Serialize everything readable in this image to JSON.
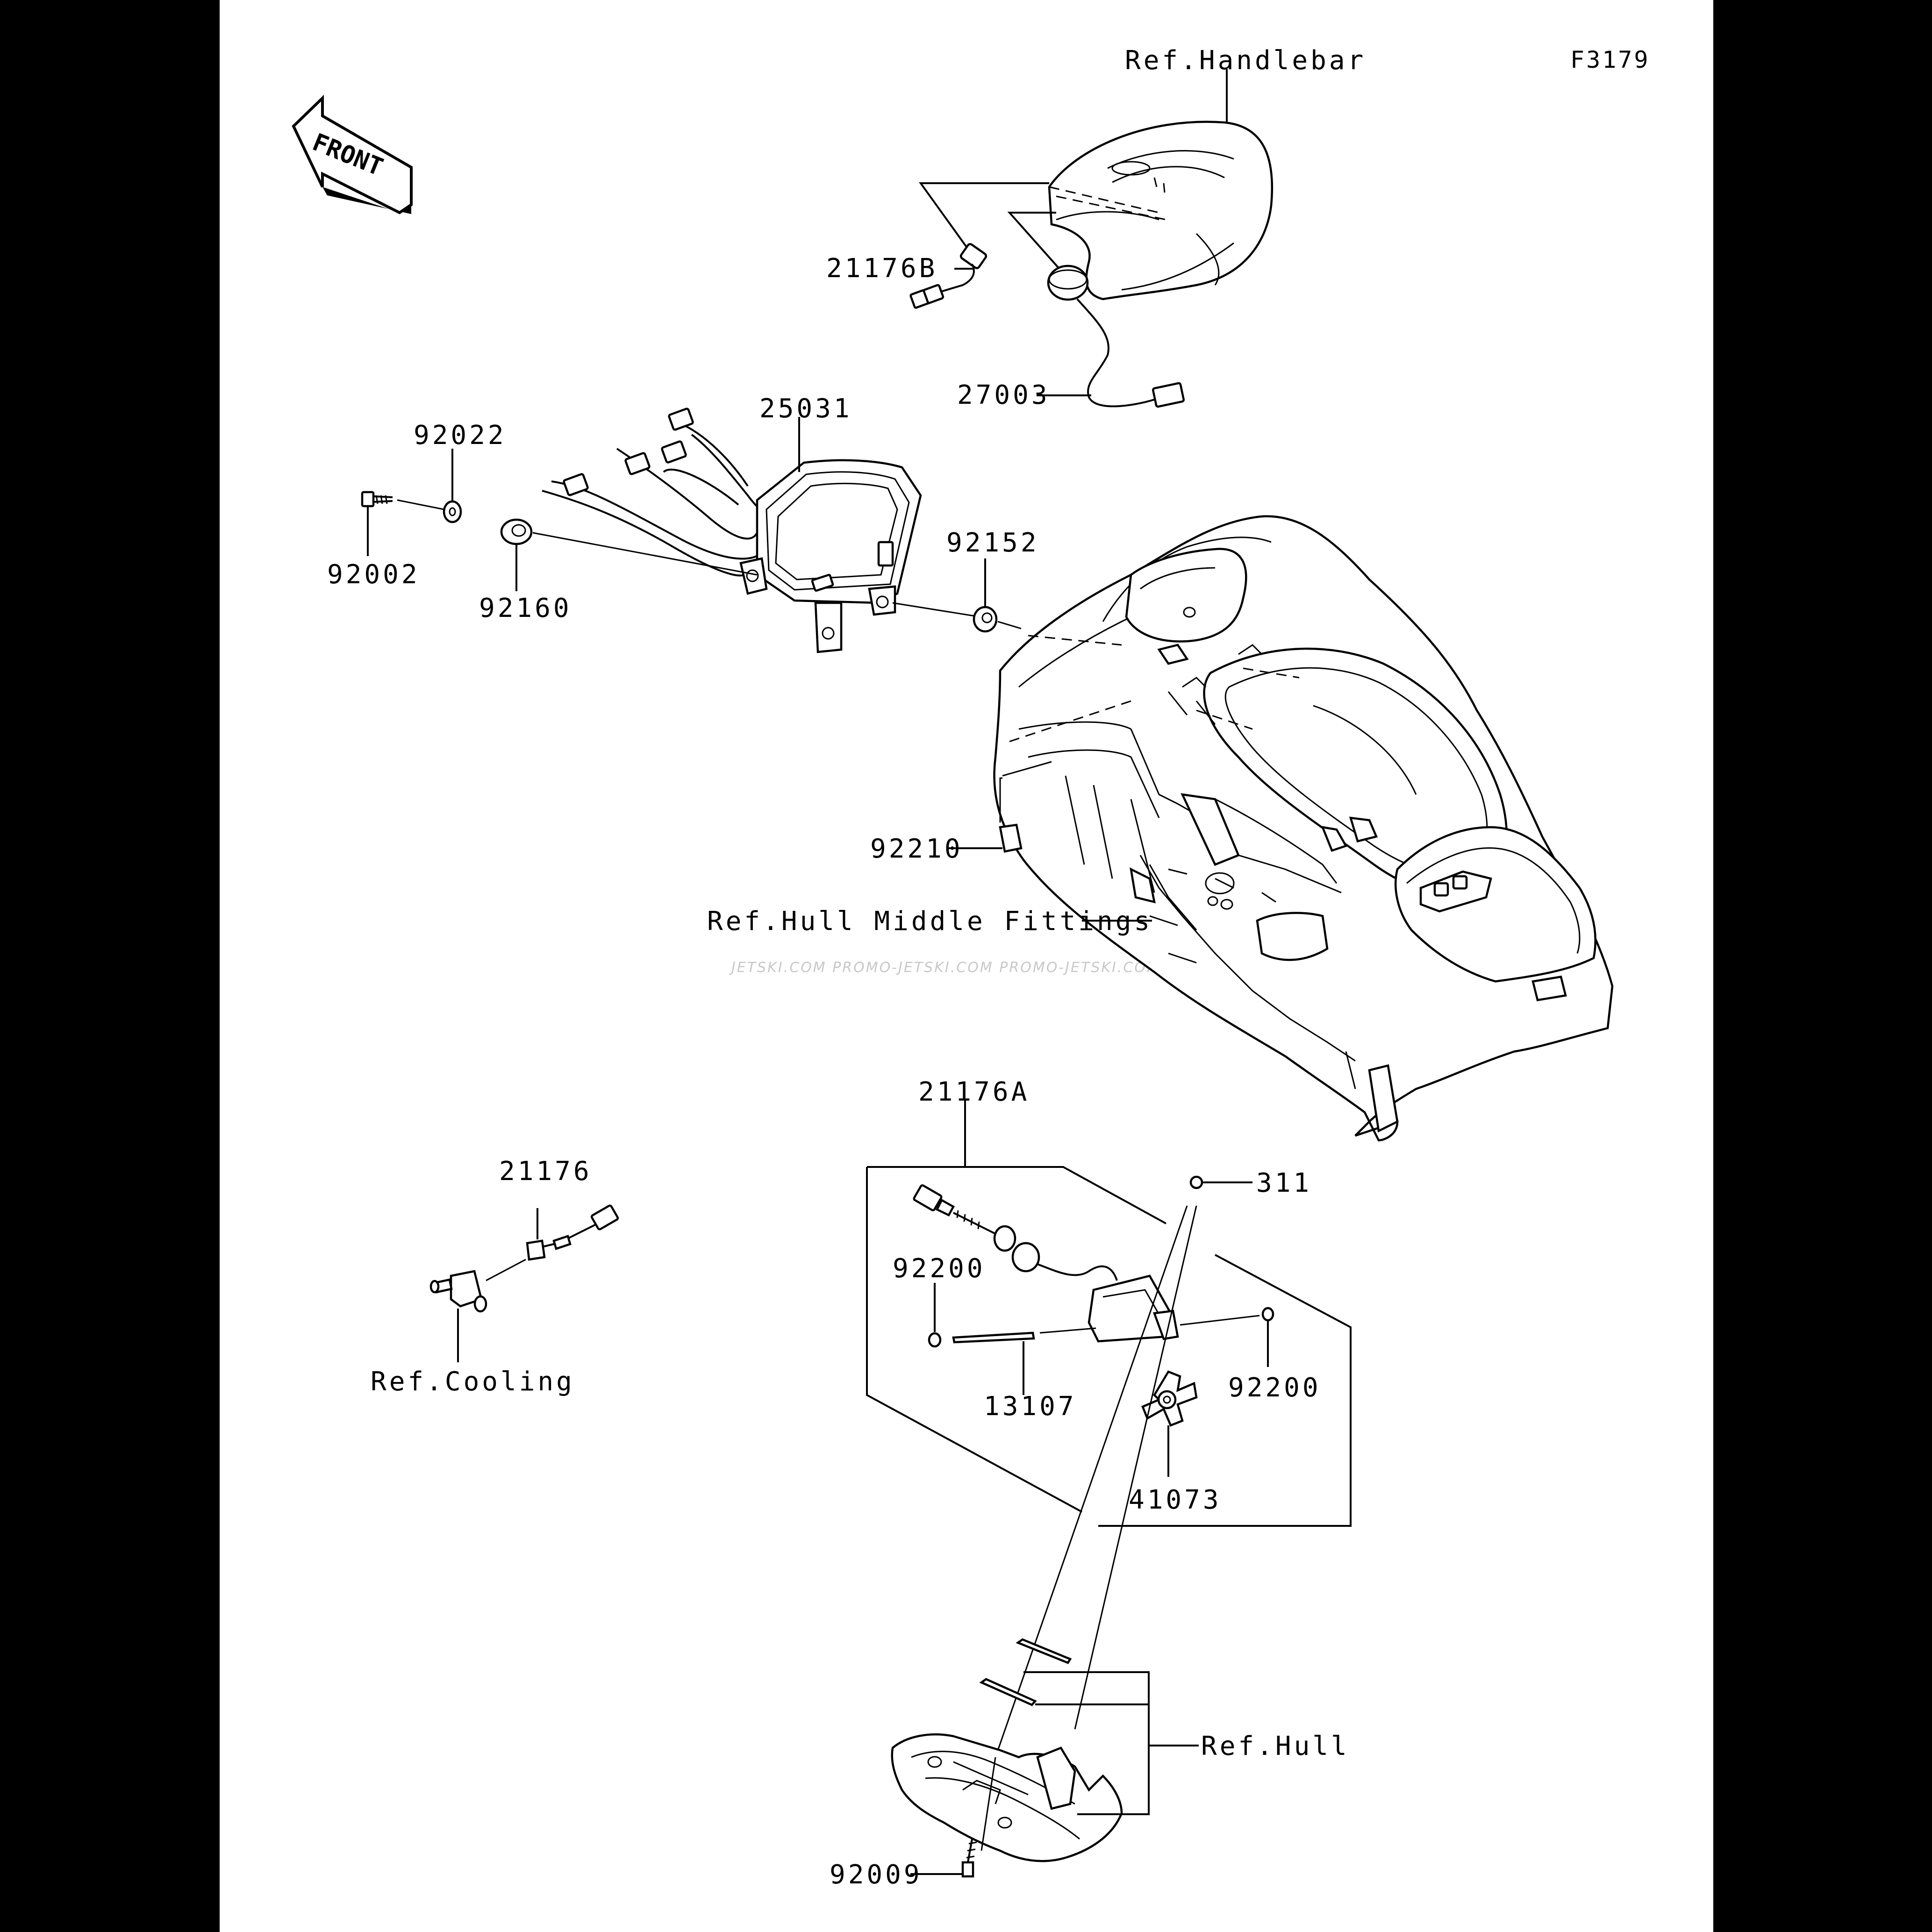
{
  "figure_no": "F3179",
  "front_label": "FRONT",
  "labels": {
    "ref_handlebar": "Ref.Handlebar",
    "p21176B": "21176B",
    "p27003": "27003",
    "p25031": "25031",
    "p92022": "92022",
    "p92002": "92002",
    "p92160": "92160",
    "p92152": "92152",
    "p92210": "92210",
    "ref_hull_middle": "Ref.Hull Middle Fittings",
    "p21176A": "21176A",
    "p311": "311",
    "p21176": "21176",
    "p92200_left": "92200",
    "p92200_right": "92200",
    "p13107": "13107",
    "p41073": "41073",
    "ref_cooling": "Ref.Cooling",
    "ref_hull": "Ref.Hull",
    "p92009": "92009"
  },
  "watermark": "JETSKI.COM  PROMO-JETSKI.COM  PROMO-JETSKI.COM"
}
